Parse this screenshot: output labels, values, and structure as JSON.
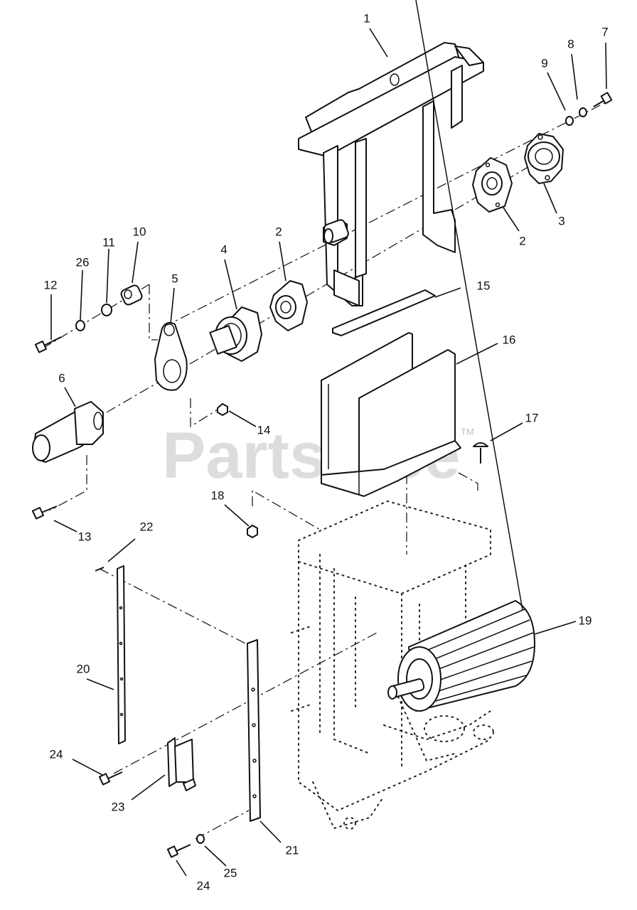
{
  "watermark": {
    "text": "PartsTree",
    "trademark": "TM"
  },
  "callouts": [
    {
      "id": "c1",
      "label": "1"
    },
    {
      "id": "c2a",
      "label": "2"
    },
    {
      "id": "c2b",
      "label": "2"
    },
    {
      "id": "c3",
      "label": "3"
    },
    {
      "id": "c4",
      "label": "4"
    },
    {
      "id": "c5",
      "label": "5"
    },
    {
      "id": "c6",
      "label": "6"
    },
    {
      "id": "c7",
      "label": "7"
    },
    {
      "id": "c8",
      "label": "8"
    },
    {
      "id": "c9",
      "label": "9"
    },
    {
      "id": "c10",
      "label": "10"
    },
    {
      "id": "c11",
      "label": "11"
    },
    {
      "id": "c12",
      "label": "12"
    },
    {
      "id": "c13",
      "label": "13"
    },
    {
      "id": "c14",
      "label": "14"
    },
    {
      "id": "c15",
      "label": "15"
    },
    {
      "id": "c16",
      "label": "16"
    },
    {
      "id": "c17",
      "label": "17"
    },
    {
      "id": "c18",
      "label": "18"
    },
    {
      "id": "c19",
      "label": "19"
    },
    {
      "id": "c20",
      "label": "20"
    },
    {
      "id": "c21",
      "label": "21"
    },
    {
      "id": "c22",
      "label": "22"
    },
    {
      "id": "c23",
      "label": "23"
    },
    {
      "id": "c24a",
      "label": "24"
    },
    {
      "id": "c24b",
      "label": "24"
    },
    {
      "id": "c25",
      "label": "25"
    },
    {
      "id": "c26",
      "label": "26"
    }
  ]
}
